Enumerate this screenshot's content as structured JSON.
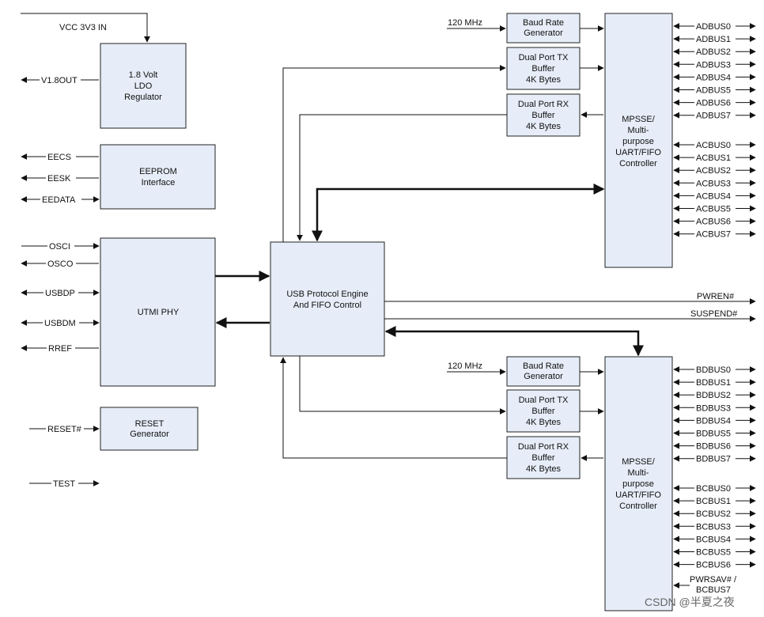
{
  "title": "",
  "blocks": {
    "ldo": [
      "1.8 Volt",
      "LDO",
      "Regulator"
    ],
    "eeprom": [
      "EEPROM",
      "Interface"
    ],
    "utmi": [
      "UTMI PHY"
    ],
    "reset": [
      "RESET",
      "Generator"
    ],
    "usb": [
      "USB Protocol Engine",
      "And FIFO Control"
    ],
    "baud": [
      "Baud Rate",
      "Generator"
    ],
    "tx": [
      "Dual Port TX",
      "Buffer",
      "4K Bytes"
    ],
    "rx": [
      "Dual Port RX",
      "Buffer",
      "4K Bytes"
    ],
    "mpsse": [
      "MPSSE/",
      "Multi-",
      "purpose",
      "UART/FIFO",
      "Controller"
    ]
  },
  "signals": {
    "vcc": "VCC 3V3 IN",
    "v18out": "V1.8OUT",
    "eecs": "EECS",
    "eesk": "EESK",
    "eedata": "EEDATA",
    "osci": "OSCI",
    "osco": "OSCO",
    "usbdp": "USBDP",
    "usbdm": "USBDM",
    "rref": "RREF",
    "reset": "RESET#",
    "test": "TEST",
    "clk": "120 MHz",
    "pwren": "PWREN#",
    "suspend": "SUSPEND#",
    "pwrsav": [
      "PWRSAV# /",
      "BCBUS7"
    ]
  },
  "channel_a_pins": {
    "adbus": [
      "ADBUS0",
      "ADBUS1",
      "ADBUS2",
      "ADBUS3",
      "ADBUS4",
      "ADBUS5",
      "ADBUS6",
      "ADBUS7"
    ],
    "acbus": [
      "ACBUS0",
      "ACBUS1",
      "ACBUS2",
      "ACBUS3",
      "ACBUS4",
      "ACBUS5",
      "ACBUS6",
      "ACBUS7"
    ]
  },
  "channel_b_pins": {
    "bdbus": [
      "BDBUS0",
      "BDBUS1",
      "BDBUS2",
      "BDBUS3",
      "BDBUS4",
      "BDBUS5",
      "BDBUS6",
      "BDBUS7"
    ],
    "bcbus": [
      "BCBUS0",
      "BCBUS1",
      "BCBUS2",
      "BCBUS3",
      "BCBUS4",
      "BCBUS5",
      "BCBUS6"
    ]
  },
  "watermark": "CSDN @半夏之夜"
}
